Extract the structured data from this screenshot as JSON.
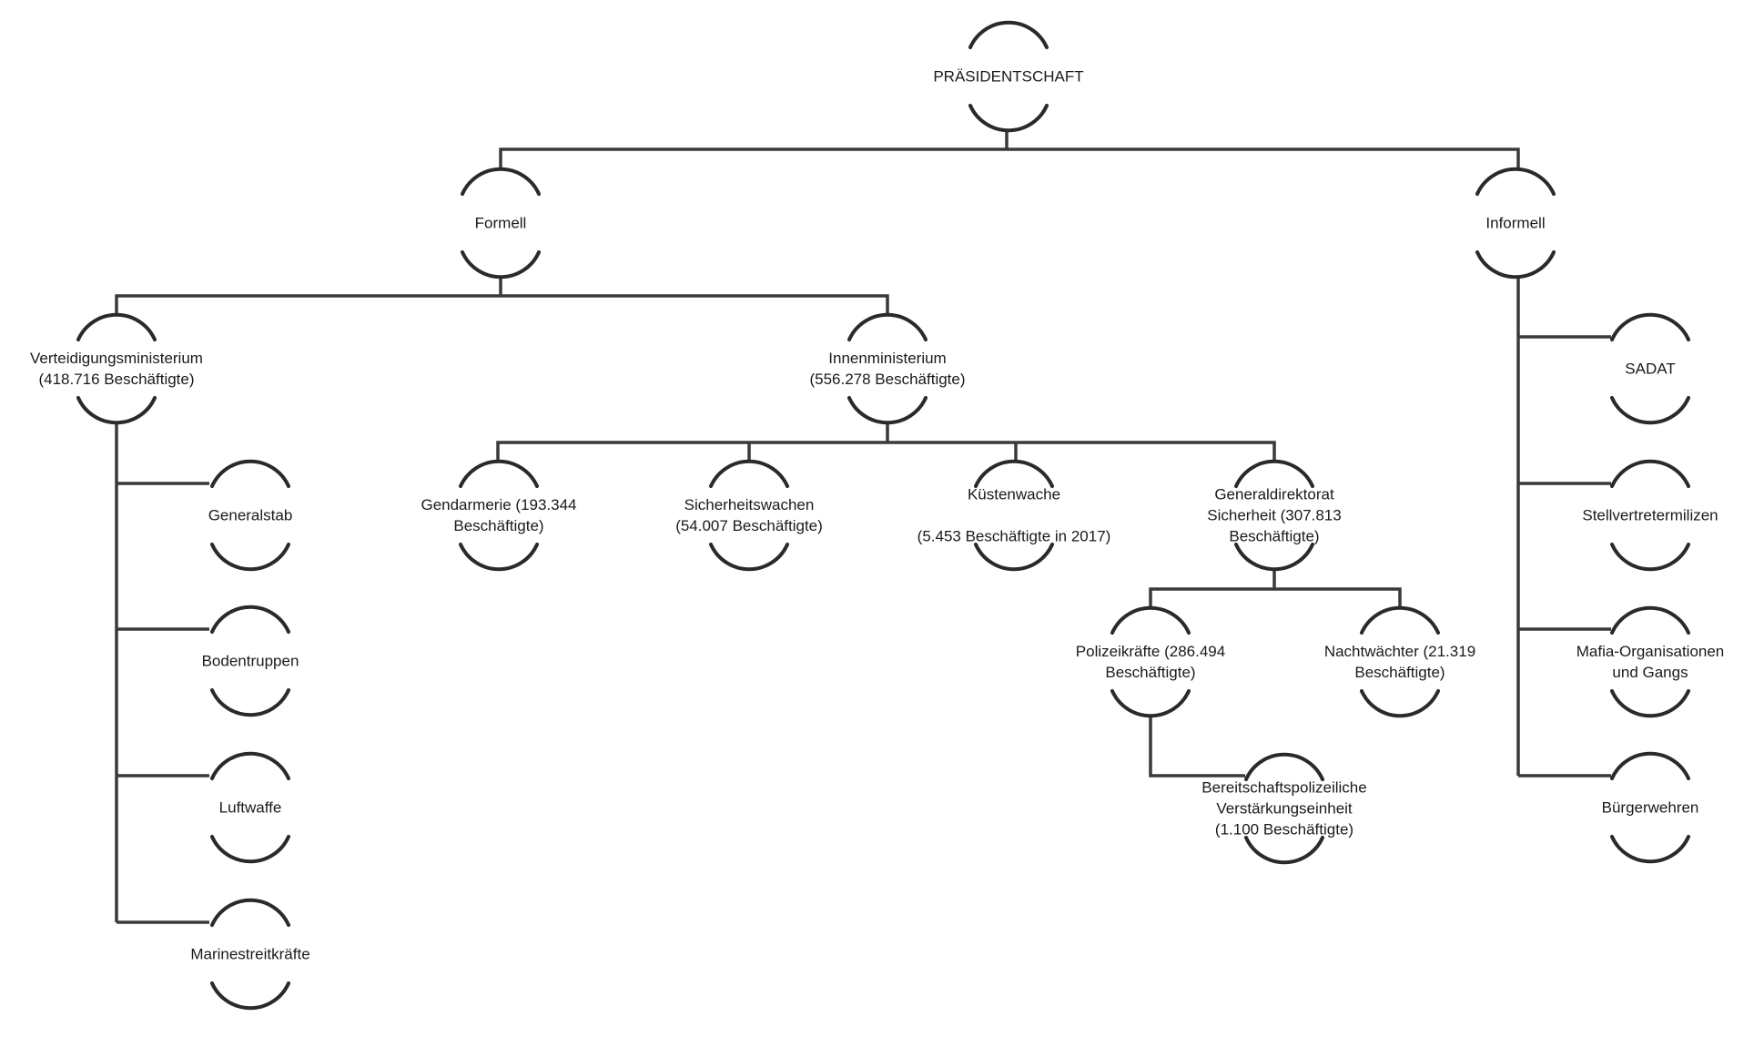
{
  "nodes": {
    "root": {
      "label": "PRÄSIDENTSCHAFT"
    },
    "formell": {
      "label": "Formell"
    },
    "informell": {
      "label": "Informell"
    },
    "verteidigung": {
      "label": "Verteidigungsministerium\n(418.716 Beschäftigte)"
    },
    "innen": {
      "label": "Innenministerium\n(556.278 Beschäftigte)"
    },
    "generalstab": {
      "label": "Generalstab"
    },
    "bodentruppen": {
      "label": "Bodentruppen"
    },
    "luftwaffe": {
      "label": "Luftwaffe"
    },
    "marine": {
      "label": "Marinestreitkräfte"
    },
    "gendarmerie": {
      "label": "Gendarmerie (193.344\nBeschäftigte)"
    },
    "sicherheitswachen": {
      "label": "Sicherheitswachen\n(54.007 Beschäftigte)"
    },
    "kuestenwache": {
      "label": "Küstenwache\n\n(5.453 Beschäftigte in 2017)"
    },
    "generaldirektorat": {
      "label": "Generaldirektorat\nSicherheit (307.813\nBeschäftigte)"
    },
    "polizeikraefte": {
      "label": "Polizeikräfte (286.494\nBeschäftigte)"
    },
    "nachtwaechter": {
      "label": "Nachtwächter (21.319\nBeschäftigte)"
    },
    "bereitschaft": {
      "label": "Bereitschaftspolizeiliche\nVerstärkungseinheit\n(1.100 Beschäftigte)"
    },
    "sadat": {
      "label": "SADAT"
    },
    "stellvertreter": {
      "label": "Stellvertretermilizen"
    },
    "mafia": {
      "label": "Mafia-Organisationen\nund Gangs"
    },
    "buergerwehren": {
      "label": "Bürgerwehren"
    }
  },
  "edges": [
    [
      "root",
      "formell"
    ],
    [
      "root",
      "informell"
    ],
    [
      "formell",
      "verteidigung"
    ],
    [
      "formell",
      "innen"
    ],
    [
      "verteidigung",
      "generalstab"
    ],
    [
      "verteidigung",
      "bodentruppen"
    ],
    [
      "verteidigung",
      "luftwaffe"
    ],
    [
      "verteidigung",
      "marine"
    ],
    [
      "innen",
      "gendarmerie"
    ],
    [
      "innen",
      "sicherheitswachen"
    ],
    [
      "innen",
      "kuestenwache"
    ],
    [
      "innen",
      "generaldirektorat"
    ],
    [
      "generaldirektorat",
      "polizeikraefte"
    ],
    [
      "generaldirektorat",
      "nachtwaechter"
    ],
    [
      "polizeikraefte",
      "bereitschaft"
    ],
    [
      "informell",
      "sadat"
    ],
    [
      "informell",
      "stellvertreter"
    ],
    [
      "informell",
      "mafia"
    ],
    [
      "informell",
      "buergerwehren"
    ]
  ]
}
